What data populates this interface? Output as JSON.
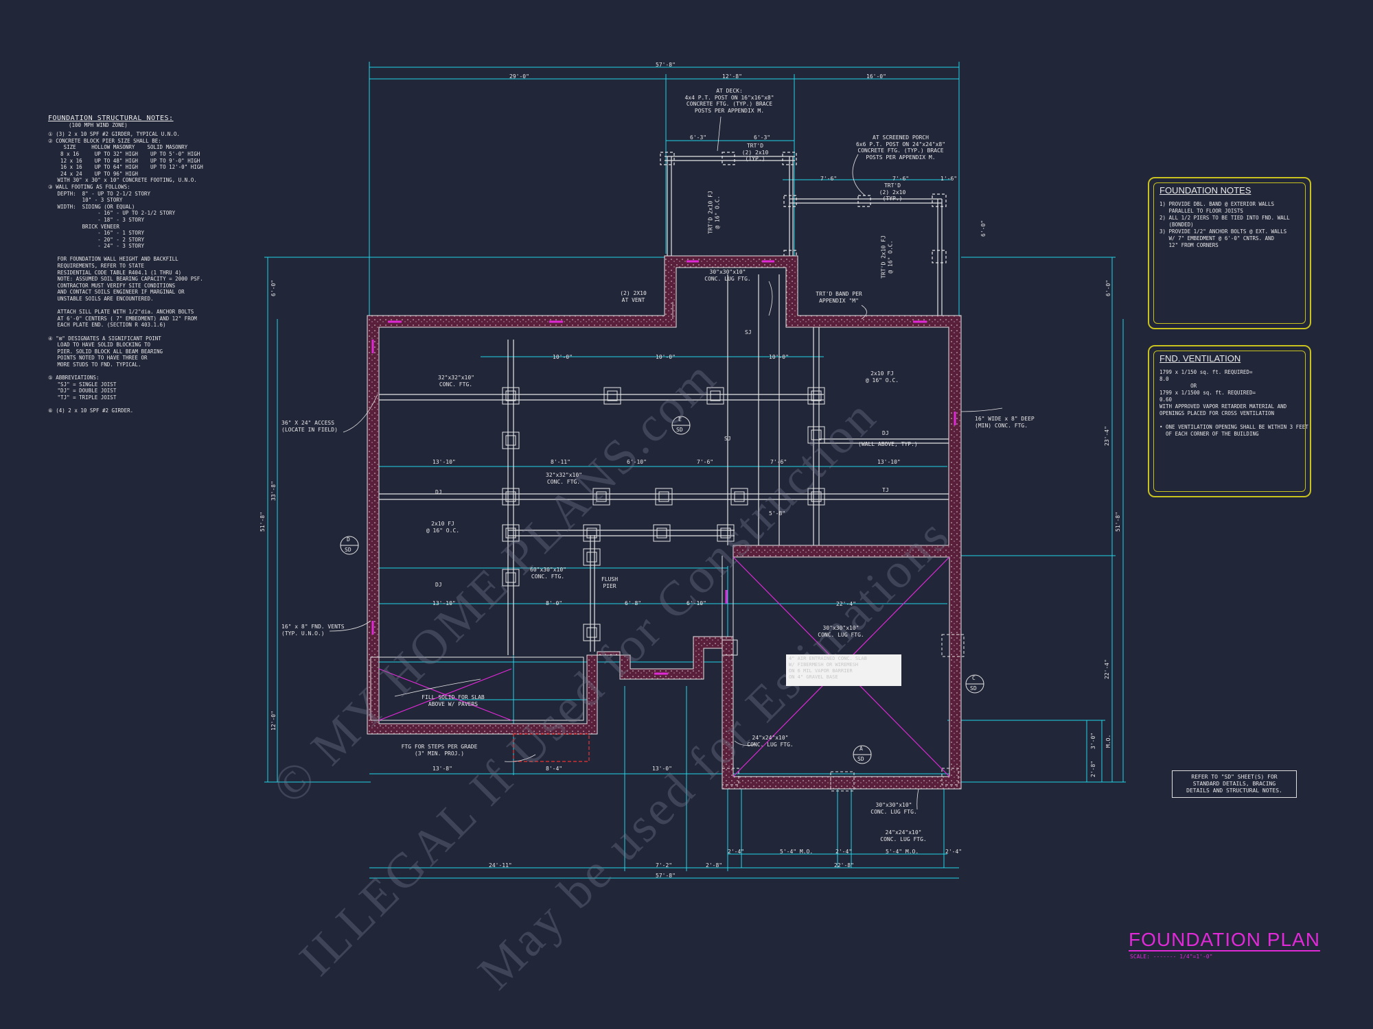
{
  "structural_notes": {
    "title": "FOUNDATION STRUCTURAL NOTES:",
    "subtitle": "(100 MPH WIND ZONE)",
    "lines": [
      "① (3) 2 x 10 SPF #2 GIRDER, TYPICAL U.N.O.",
      "② CONCRETE BLOCK PIER SIZE SHALL BE:",
      "     SIZE     HOLLOW MASONRY    SOLID MASONRY",
      "    8 x 16     UP TO 32\" HIGH    UP TO 5'-0\" HIGH",
      "    12 x 16    UP TO 48\" HIGH    UP TO 9'-0\" HIGH",
      "    16 x 16    UP TO 64\" HIGH    UP TO 12'-0\" HIGH",
      "    24 x 24    UP TO 96\" HIGH",
      "   WITH 30\" x 30\" x 10\" CONCRETE FOOTING, U.N.O.",
      "③ WALL FOOTING AS FOLLOWS:",
      "   DEPTH:  8\" - UP TO 2-1/2 STORY",
      "           10\" - 3 STORY",
      "   WIDTH:  SIDING (OR EQUAL)",
      "                - 16\" - UP TO 2-1/2 STORY",
      "                - 18\" - 3 STORY",
      "           BRICK VENEER",
      "                - 16\" - 1 STORY",
      "                - 20\" - 2 STORY",
      "                - 24\" - 3 STORY",
      "",
      "   FOR FOUNDATION WALL HEIGHT AND BACKFILL",
      "   REQUIREMENTS, REFER TO STATE",
      "   RESIDENTIAL CODE TABLE R404.1 (1 THRU 4)",
      "   NOTE: ASSUMED SOIL BEARING CAPACITY = 2000 PSF.",
      "   CONTRACTOR MUST VERIFY SITE CONDITIONS",
      "   AND CONTACT SOILS ENGINEER IF MARGINAL OR",
      "   UNSTABLE SOILS ARE ENCOUNTERED.",
      "",
      "   ATTACH SILL PLATE WITH 1/2\"dia. ANCHOR BOLTS",
      "   AT 6'-0\" CENTERS ( 7\" EMBEDMENT) AND 12\" FROM",
      "   EACH PLATE END. (SECTION R 403.1.6)",
      "",
      "④ \"⊠\" DESIGNATES A SIGNIFICANT POINT",
      "   LOAD TO HAVE SOLID BLOCKING TO",
      "   PIER. SOLID BLOCK ALL BEAM BEARING",
      "   POINTS NOTED TO HAVE THREE OR",
      "   MORE STUDS TO FND. TYPICAL.",
      "",
      "⑤ ABBREVIATIONS:",
      "   \"SJ\" = SINGLE JOIST",
      "   \"DJ\" = DOUBLE JOIST",
      "   \"TJ\" = TRIPLE JOIST",
      "",
      "⑥ (4) 2 x 10 SPF #2 GIRDER."
    ]
  },
  "foundation_notes": {
    "title": "FOUNDATION NOTES",
    "lines": [
      "1) PROVIDE DBL. BAND @ EXTERIOR WALLS",
      "   PARALLEL TO FLOOR JOISTS",
      "2) ALL 1/2 PIERS TO BE TIED INTO FND. WALL",
      "   (BONDED)",
      "3) PROVIDE 1/2\" ANCHOR BOLTS @ EXT. WALLS",
      "   W/ 7\" EMBEDMENT @ 6'-0\" CNTRS. AND",
      "   12\" FROM CORNERS"
    ]
  },
  "fnd_ventilation": {
    "title": "FND. VENTILATION",
    "lines": [
      "1799 x 1/150 sq. ft. REQUIRED=",
      "8.0",
      "          OR",
      "1799 x 1/1500 sq. ft. REQUIRED=",
      "0.60",
      "WITH APPROVED VAPOR RETARDER MATERIAL AND",
      "OPENINGS PLACED FOR CROSS VENTILATION",
      "",
      "• ONE VENTILATION OPENING SHALL BE WITHIN 3 FEET",
      "  OF EACH CORNER OF THE BUILDING"
    ]
  },
  "refer_note": "REFER TO \"SD\" SHEET(S) FOR\nSTANDARD DETAILS, BRACING\nDETAILS AND STRUCTURAL NOTES.",
  "drawing_title": "FOUNDATION PLAN",
  "scale": "SCALE: ------- 1/4\"=1'-0\"",
  "watermark": [
    "© MY HOME PLANS.com",
    "ILLEGAL If Used for Construction",
    "May be used for Estimations"
  ],
  "plan_labels": {
    "at_deck": "AT DECK:\n4x4 P.T. POST ON 16\"x16\"x8\"\nCONCRETE FTG. (TYP.) BRACE\nPOSTS PER APPENDIX M.",
    "at_porch": "AT SCREENED PORCH\n6x6 P.T. POST ON 24\"x24\"x8\"\nCONCRETE FTG. (TYP.) BRACE\nPOSTS PER APPENDIX M.",
    "trtd_deck": "TRT'D\n(2) 2x10\n(TYP.)",
    "trtd_porch": "TRT'D\n(2) 2x10\n(TYP.)",
    "lug_top": "30\"x30\"x10\"\nCONC. LUG FTG.",
    "at_vent": "(2) 2X10\nAT VENT",
    "band": "TRT'D BAND PER\nAPPENDIX \"M\"",
    "conc_ftg_1": "32\"x32\"x10\"\nCONC. FTG.",
    "conc_ftg_2": "32\"x32\"x10\"\nCONC. FTG.",
    "conc_ftg_3": "60\"x30\"x10\"\nCONC. FTG.",
    "flush_pier": "FLUSH\nPIER",
    "access": "36\" X 24\" ACCESS\n(LOCATE IN FIELD)",
    "fnd_vents": "16\" x 8\" FND. VENTS\n(TYP. U.N.O.)",
    "wide_deep": "16\" WIDE x 8\" DEEP\n(MIN) CONC. FTG.",
    "wall_above": "(WALL ABOVE, TYP.)",
    "fill_solid": "FILL SOLID FOR SLAB\nABOVE W/ PAVERS",
    "ftg_steps": "FTG FOR STEPS PER GRADE\n(3\" MIN. PROJ.)",
    "lug_mid": "30\"x30\"x10\"\nCONC. LUG FTG.",
    "lug_24": "24\"x24\"x10\"\nCONC. LUG FTG.",
    "lug_bot1": "30\"x30\"x10\"\nCONC. LUG FTG.",
    "lug_bot2": "24\"x24\"x10\"\nCONC. LUG FTG.",
    "slab_note": "4\" AIR ENTRAINED CONC. SLAB\nW/ FIBERMESH OR WIREMESH\nON 6 MIL VAPOR BARRIER\nON 4\" GRAVEL BASE",
    "joist_1": "2x10 FJ\n@ 16\" O.C.",
    "joist_2": "2x10 FJ\n@ 16\" O.C.",
    "trtd_fj_1": "TRT'D 2x10 FJ\n@ 16\" O.C.",
    "trtd_fj_2": "TRT'D 2x10 FJ\n@ 16\" O.C."
  },
  "dimensions": {
    "overall_top": "57'-8\"",
    "overall_bottom": "57'-8\"",
    "top_left": "29'-0\"",
    "top_mid": "12'-8\"",
    "top_right": "16'-0\"",
    "deck_1": "6'-3\"",
    "deck_2": "6'-3\"",
    "porch_1": "7'-6\"",
    "porch_2": "7'-6\"",
    "porch_3": "1'-6\"",
    "b_1": "24'-11\"",
    "b_2": "7'-2\"",
    "b_3": "2'-8\"",
    "b_4": "22'-8\"",
    "b_5": "2'-4\"",
    "b_6": "5'-4\" M.O.",
    "b_7": "2'-4\"",
    "b_8": "5'-4\" M.O.",
    "b_9": "2'-4\"",
    "r_1": "6'-0\"",
    "r_2": "6'-0\"",
    "r_3": "23'-4\"",
    "r_4": "22'-4\"",
    "r_5": "3'-0\"",
    "r_6": "2'-8\"",
    "r_7": "M.O.",
    "r_8": "51'-8\"",
    "l_1": "6'-0\"",
    "l_2": "33'-8\"",
    "l_3": "51'-8\"",
    "l_4": "12'-0\"",
    "int_1": "10'-0\"",
    "int_2": "10'-0\"",
    "int_3": "10'-0\"",
    "int_4": "13'-10\"",
    "int_5": "8'-11\"",
    "int_6": "6'-10\"",
    "int_7": "7'-6\"",
    "int_8": "7'-6\"",
    "int_9": "13'-10\"",
    "int_10": "13'-10\"",
    "int_11": "8'-0\"",
    "int_12": "6'-8\"",
    "int_13": "6'-10\"",
    "int_14": "22'-4\"",
    "int_15": "13'-8\"",
    "int_16": "8'-4\"",
    "int_17": "13'-0\"",
    "int_18": "5'-8\""
  },
  "marks": {
    "dj": "DJ",
    "sj": "SJ",
    "tj": "TJ",
    "sd": "SD",
    "sec_a": "A",
    "sec_c": "C",
    "sec_d": "D",
    "sec_e": "E"
  },
  "colors": {
    "background": "#222639",
    "dimension": "#1fd6e6",
    "wall": "#b8325a",
    "magenta": "#e02ad8",
    "note_box": "#c9c21f",
    "line": "#e6e6e6"
  }
}
